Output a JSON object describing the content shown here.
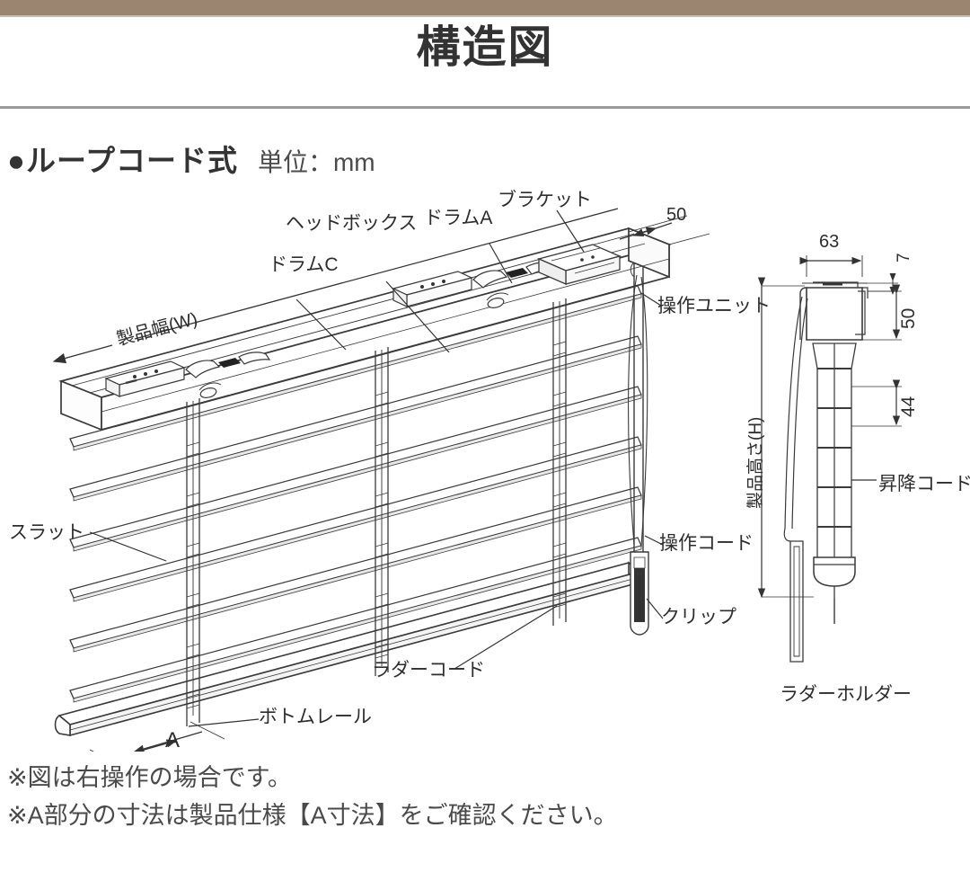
{
  "page": {
    "title": "構造図",
    "top_bar_color": "#9b8570",
    "rule_color": "#9a9a9a"
  },
  "subtitle": {
    "bullet": "●",
    "main": "ループコード式",
    "unit": "単位：mm"
  },
  "diagram": {
    "type": "technical-line-drawing",
    "description": "ブラインド構造図 — 斜視図と側面断面図",
    "isometric_labels": {
      "drum_c": "ドラムC",
      "head_box": "ヘッドボックス",
      "drum_a": "ドラムA",
      "bracket": "ブラケット",
      "operation_unit": "操作ユニット",
      "operation_cord": "操作コード",
      "clip": "クリップ",
      "slat": "スラット",
      "ladder_cord": "ラダーコード",
      "bottom_rail": "ボトムレール",
      "product_width": "製品幅(W)"
    },
    "section_labels": {
      "product_height": "製品高さ(H)",
      "lift_cord": "昇降コード",
      "ladder_holder": "ラダーホルダー"
    },
    "dimensions": {
      "iso_depth": "50",
      "section_width": "63",
      "section_top": "7",
      "section_box_height": "50",
      "slat_pitch": "44",
      "bottom_gap": "A"
    }
  },
  "notes": [
    "※図は右操作の場合です。",
    "※A部分の寸法は製品仕様【A寸法】をご確認ください。"
  ]
}
